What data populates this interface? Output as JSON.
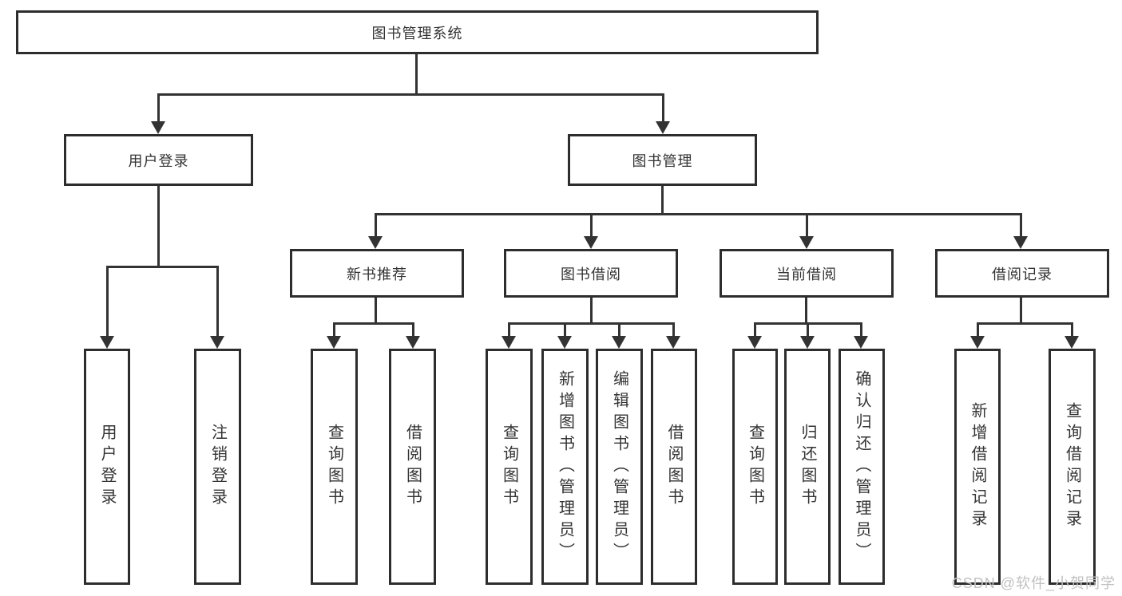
{
  "diagram_type": "hierarchy-tree",
  "root": {
    "label": "图书管理系统"
  },
  "branches": [
    {
      "label": "用户登录",
      "children": [
        {
          "label": "用户登录"
        },
        {
          "label": "注销登录"
        }
      ]
    },
    {
      "label": "图书管理",
      "children": [
        {
          "label": "新书推荐",
          "children": [
            {
              "label": "查询图书"
            },
            {
              "label": "借阅图书"
            }
          ]
        },
        {
          "label": "图书借阅",
          "children": [
            {
              "label": "查询图书"
            },
            {
              "label": "新增图书（管理员）"
            },
            {
              "label": "编辑图书（管理员）"
            },
            {
              "label": "借阅图书"
            }
          ]
        },
        {
          "label": "当前借阅",
          "children": [
            {
              "label": "查询图书"
            },
            {
              "label": "归还图书"
            },
            {
              "label": "确认归还（管理员）"
            }
          ]
        },
        {
          "label": "借阅记录",
          "children": [
            {
              "label": "新增借阅记录"
            },
            {
              "label": "查询借阅记录"
            }
          ]
        }
      ]
    }
  ],
  "watermark": {
    "text": "CSDN @软件_小贺同学"
  },
  "colors": {
    "box_border": "#2d2d2d",
    "connector_line": "#333333",
    "text": "#333333",
    "watermark": "#c1c1c1",
    "background": "#ffffff"
  }
}
